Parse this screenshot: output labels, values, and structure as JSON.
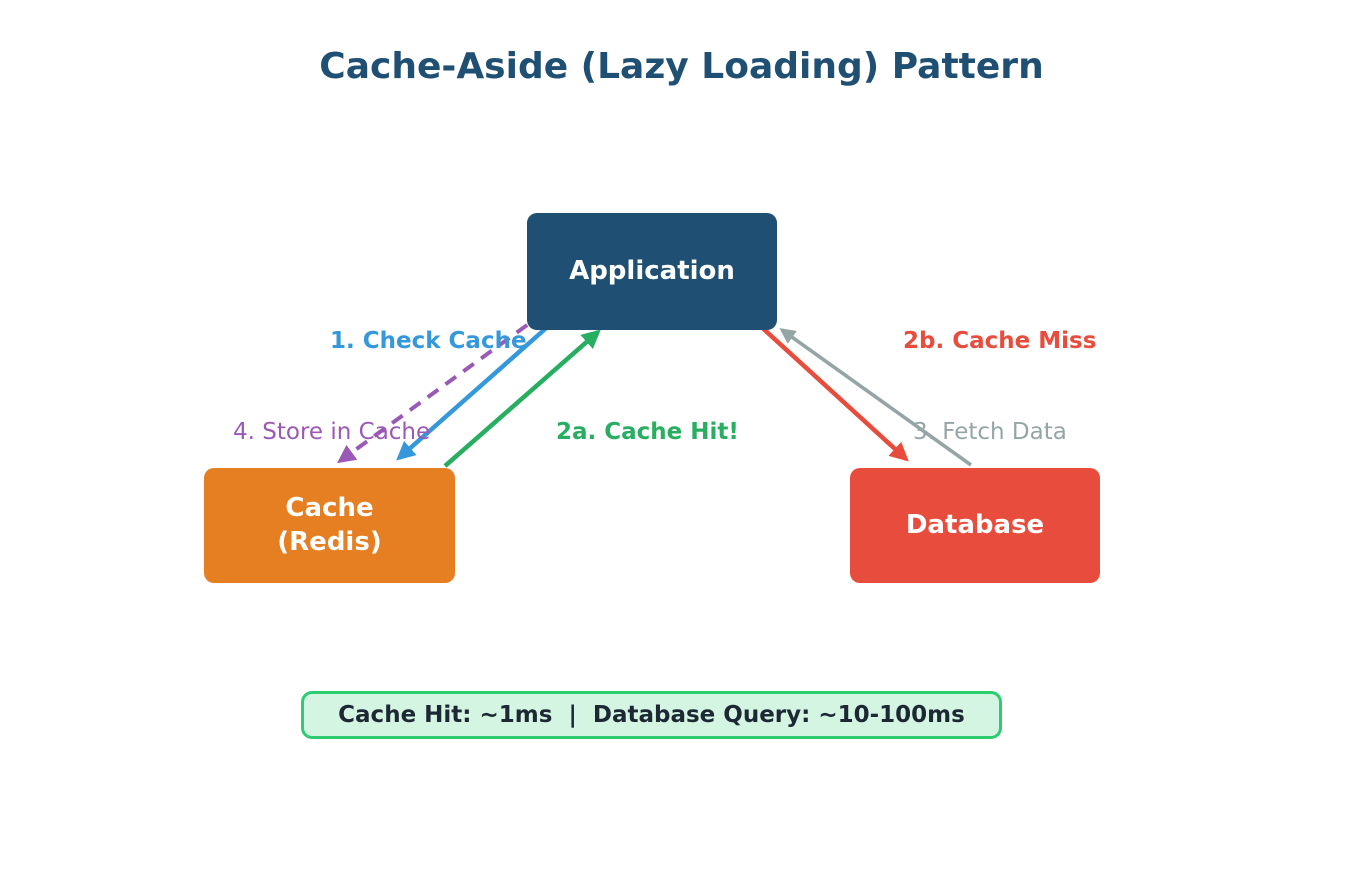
{
  "title": {
    "text": "Cache-Aside (Lazy Loading) Pattern",
    "color": "#1F5073"
  },
  "nodes": {
    "application": {
      "label": "Application",
      "color": "#1F5073",
      "text_color": "#FFFFFF"
    },
    "cache": {
      "label": "Cache",
      "sublabel": "(Redis)",
      "color": "#E67E22",
      "text_color": "#FFFFFF"
    },
    "database": {
      "label": "Database",
      "color": "#E74C3C",
      "text_color": "#FFFFFF"
    }
  },
  "edges": [
    {
      "id": "check-cache",
      "label": "1. Check Cache",
      "from": "Application",
      "to": "Cache",
      "color": "#3498DB",
      "line": "solid"
    },
    {
      "id": "cache-hit",
      "label": "2a. Cache Hit!",
      "from": "Cache",
      "to": "Application",
      "color": "#27AE60",
      "line": "solid"
    },
    {
      "id": "cache-miss",
      "label": "2b. Cache Miss",
      "from": "Application",
      "to": "Database",
      "color": "#E74C3C",
      "line": "solid"
    },
    {
      "id": "fetch-data",
      "label": "3. Fetch Data",
      "from": "Database",
      "to": "Application",
      "color": "#95A5A6",
      "line": "solid"
    },
    {
      "id": "store-in-cache",
      "label": "4. Store in Cache",
      "from": "Application",
      "to": "Cache",
      "color": "#9B59B6",
      "line": "dashed"
    }
  ],
  "footnote": {
    "text": "Cache Hit: ~1ms  |  Database Query: ~10-100ms",
    "background": "#D5F5E3",
    "border_color": "#2ECC71",
    "text_color": "#1C2833"
  }
}
